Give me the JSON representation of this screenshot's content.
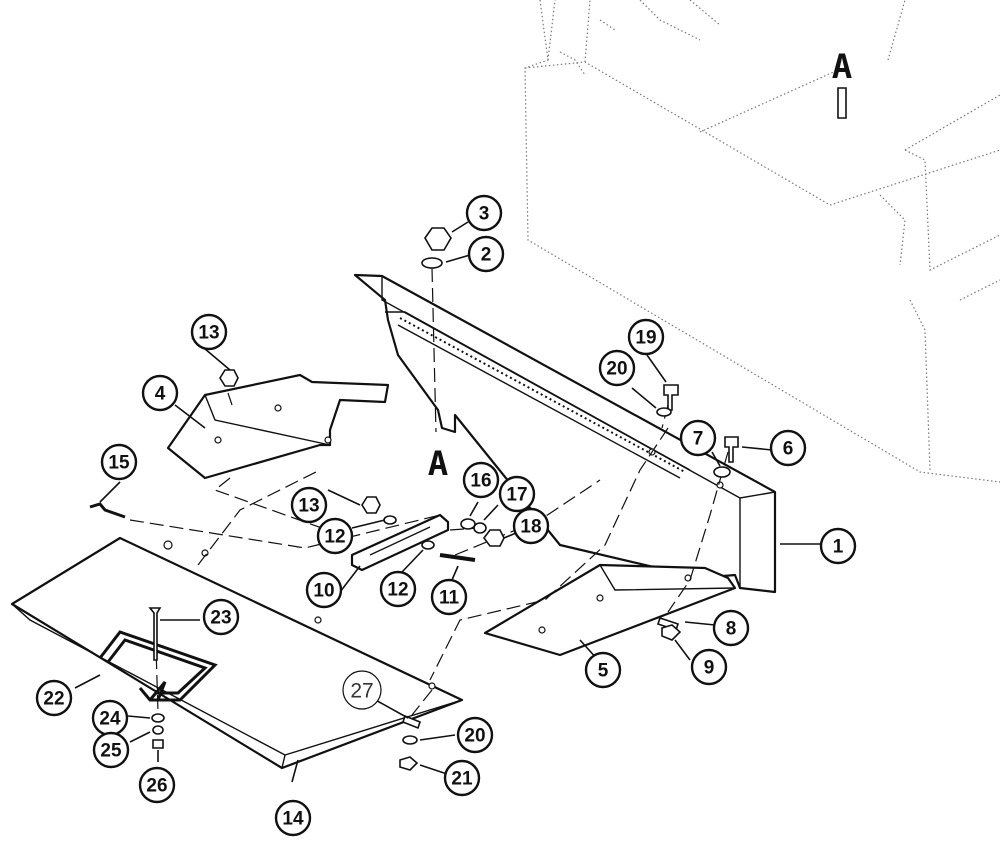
{
  "section_labels": [
    "A",
    "A"
  ],
  "callouts": [
    {
      "label": "1"
    },
    {
      "label": "2"
    },
    {
      "label": "3"
    },
    {
      "label": "4"
    },
    {
      "label": "5"
    },
    {
      "label": "6"
    },
    {
      "label": "7"
    },
    {
      "label": "8"
    },
    {
      "label": "9"
    },
    {
      "label": "10"
    },
    {
      "label": "11"
    },
    {
      "label": "12"
    },
    {
      "label": "12"
    },
    {
      "label": "13"
    },
    {
      "label": "13"
    },
    {
      "label": "14"
    },
    {
      "label": "15"
    },
    {
      "label": "16"
    },
    {
      "label": "17"
    },
    {
      "label": "18"
    },
    {
      "label": "19"
    },
    {
      "label": "20"
    },
    {
      "label": "20"
    },
    {
      "label": "21"
    },
    {
      "label": "22"
    },
    {
      "label": "23"
    },
    {
      "label": "24"
    },
    {
      "label": "25"
    },
    {
      "label": "26"
    },
    {
      "label": "27"
    }
  ]
}
